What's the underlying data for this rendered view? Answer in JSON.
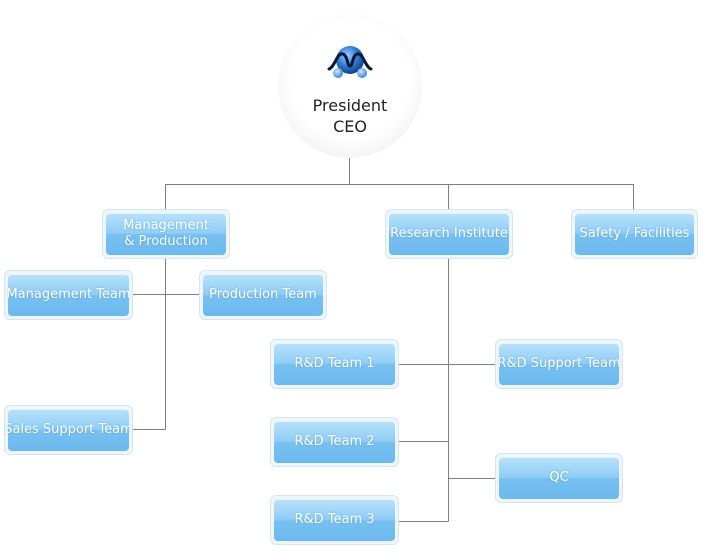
{
  "colors": {
    "connector": "#7f7f7f",
    "box_text": "#ffffff",
    "box_top": "#b9e2fb",
    "box_bottom": "#6cb9ee",
    "logo_blue": "#1f6fc9",
    "logo_dark": "#0d1a38"
  },
  "ceo": {
    "logo_icon": "company-logo",
    "title_line1": "President",
    "title_line2": "CEO"
  },
  "departments": {
    "management_production": {
      "line1": "Management",
      "line2": "& Production"
    },
    "research_institute": "Research Institute",
    "safety_facilities": "Safety / Facilities"
  },
  "teams": {
    "management_team": "Management Team",
    "production_team": "Production Team",
    "sales_support_team": "Sales Support Team",
    "rd_team_1": "R&D Team 1",
    "rd_team_2": "R&D Team 2",
    "rd_team_3": "R&D Team 3",
    "rd_support_team": "R&D Support Team",
    "qc": "QC"
  }
}
